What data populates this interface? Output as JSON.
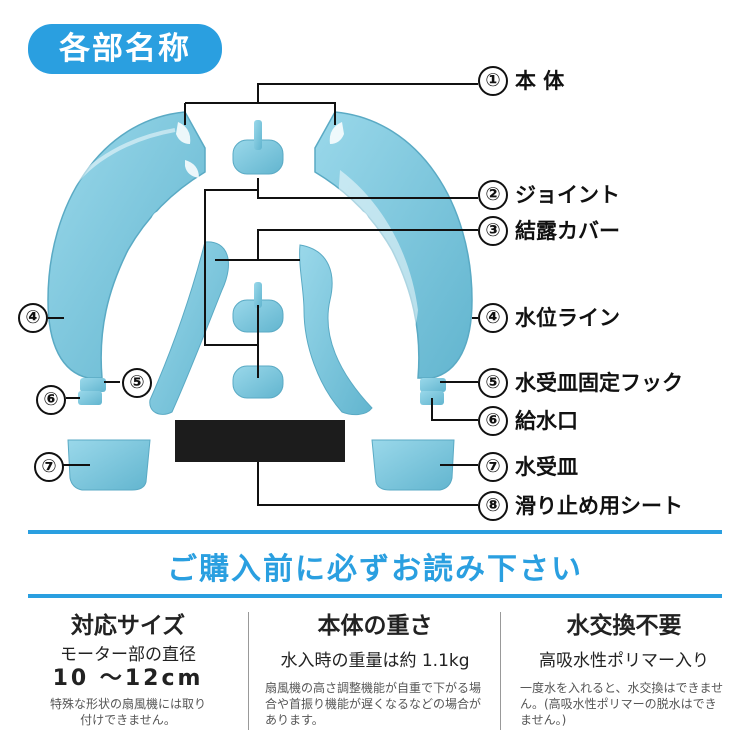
{
  "section_title": "各部名称",
  "parts": [
    {
      "num": "①",
      "name": "本 体"
    },
    {
      "num": "②",
      "name": "ジョイント"
    },
    {
      "num": "③",
      "name": "結露カバー"
    },
    {
      "num": "④",
      "name": "水位ライン"
    },
    {
      "num": "⑤",
      "name": "水受皿固定フック"
    },
    {
      "num": "⑥",
      "name": "給水口"
    },
    {
      "num": "⑦",
      "name": "水受皿"
    },
    {
      "num": "⑧",
      "name": "滑り止め用シート"
    }
  ],
  "notice_title": "ご購入前に必ずお読み下さい",
  "info": [
    {
      "title": "対応サイズ",
      "sub": "モーター部の直径",
      "value": "10 ～12cm",
      "note": "特殊な形状の扇風機には取り付けできません。"
    },
    {
      "title": "本体の重さ",
      "sub": "水入時の重量は約 1.1kg",
      "note": "扇風機の高さ調整機能が自重で下がる場合や首振り機能が遅くなるなどの場合があります。"
    },
    {
      "title": "水交換不要",
      "sub": "高吸水性ポリマー入り",
      "note": "一度水を入れると、水交換はできません。(高吸水性ポリマーの脱水はできません。)"
    }
  ],
  "colors": {
    "accent": "#2a9fe0",
    "part": "#7fcbe0",
    "part_dark": "#5fb3cc"
  }
}
